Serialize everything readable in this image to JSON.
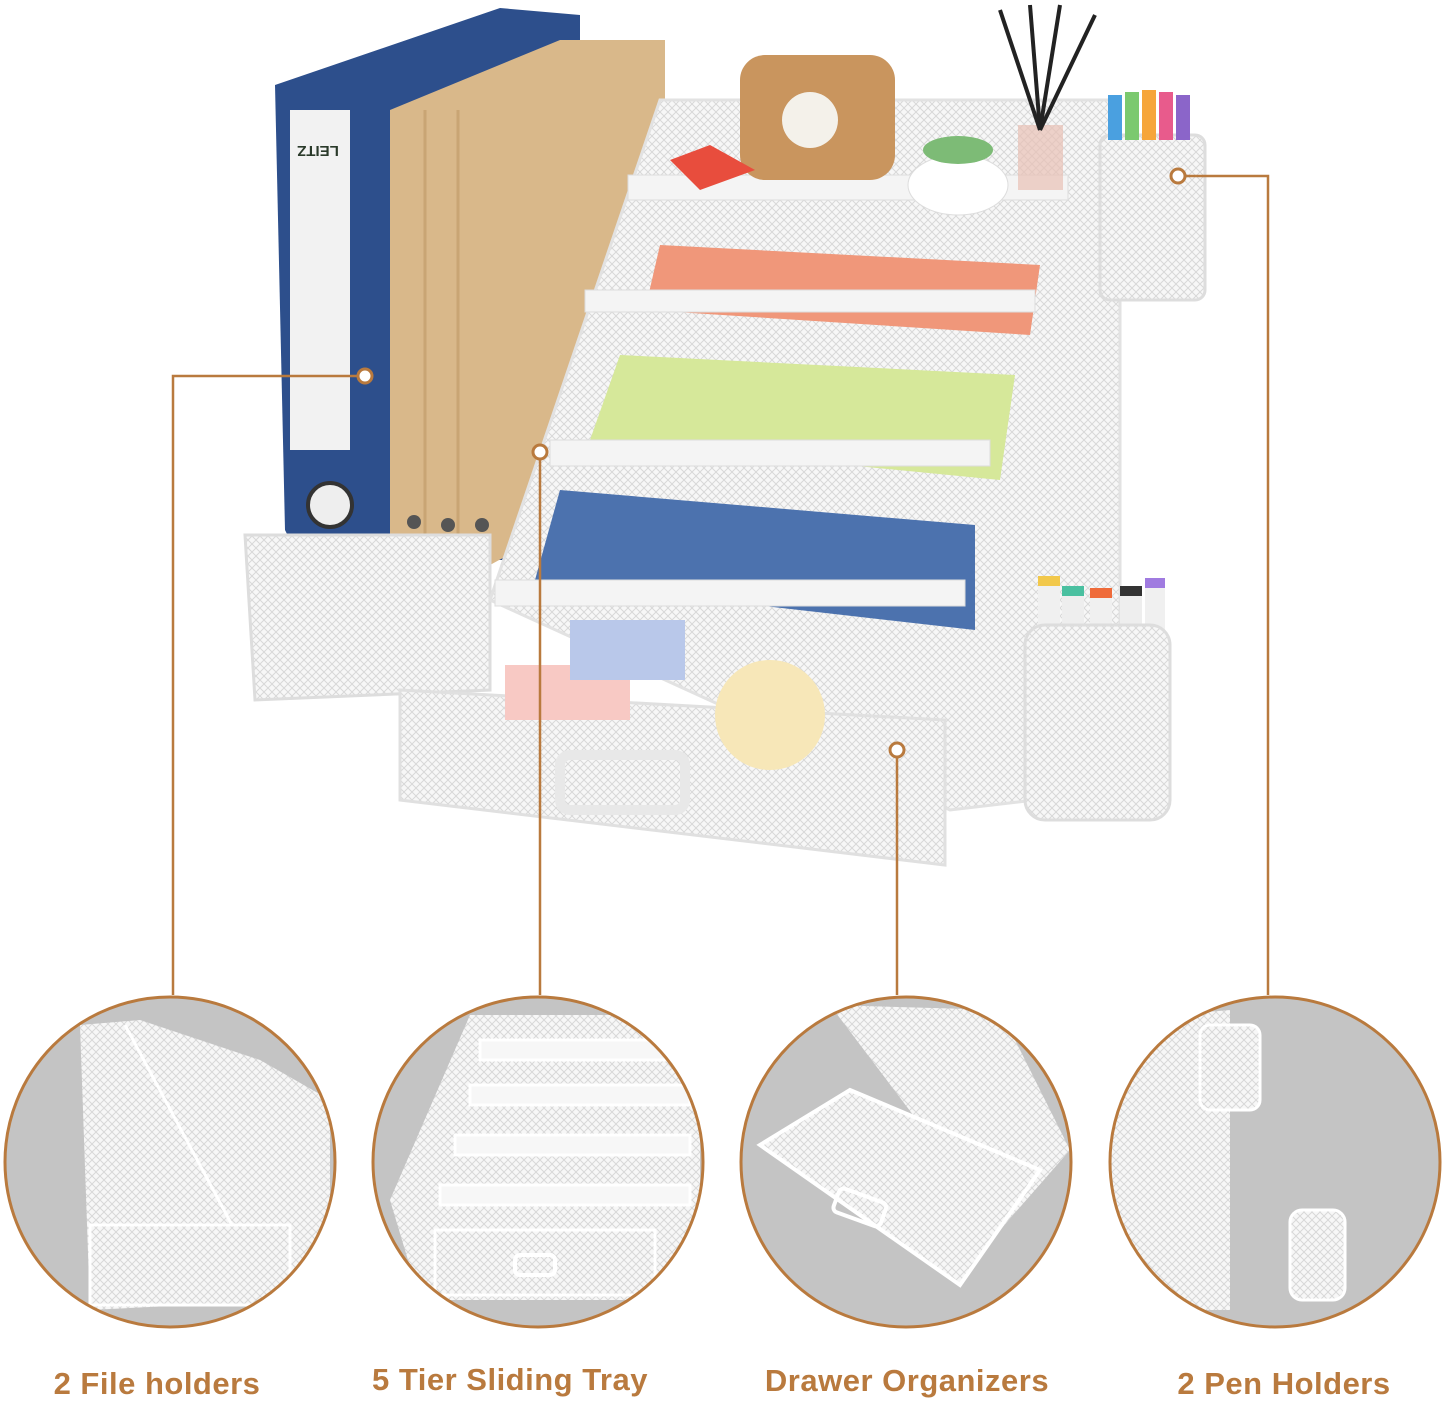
{
  "colors": {
    "accent": "#b97a3e",
    "circle_bg": "#c4c4c4",
    "mesh": "#f4f4f4"
  },
  "features": [
    {
      "label": "2 File holders"
    },
    {
      "label": "5 Tier Sliding Tray"
    },
    {
      "label": "Drawer Organizers"
    },
    {
      "label": "2 Pen Holders"
    }
  ],
  "product": {
    "binder_spine_text": "LEITZ"
  }
}
